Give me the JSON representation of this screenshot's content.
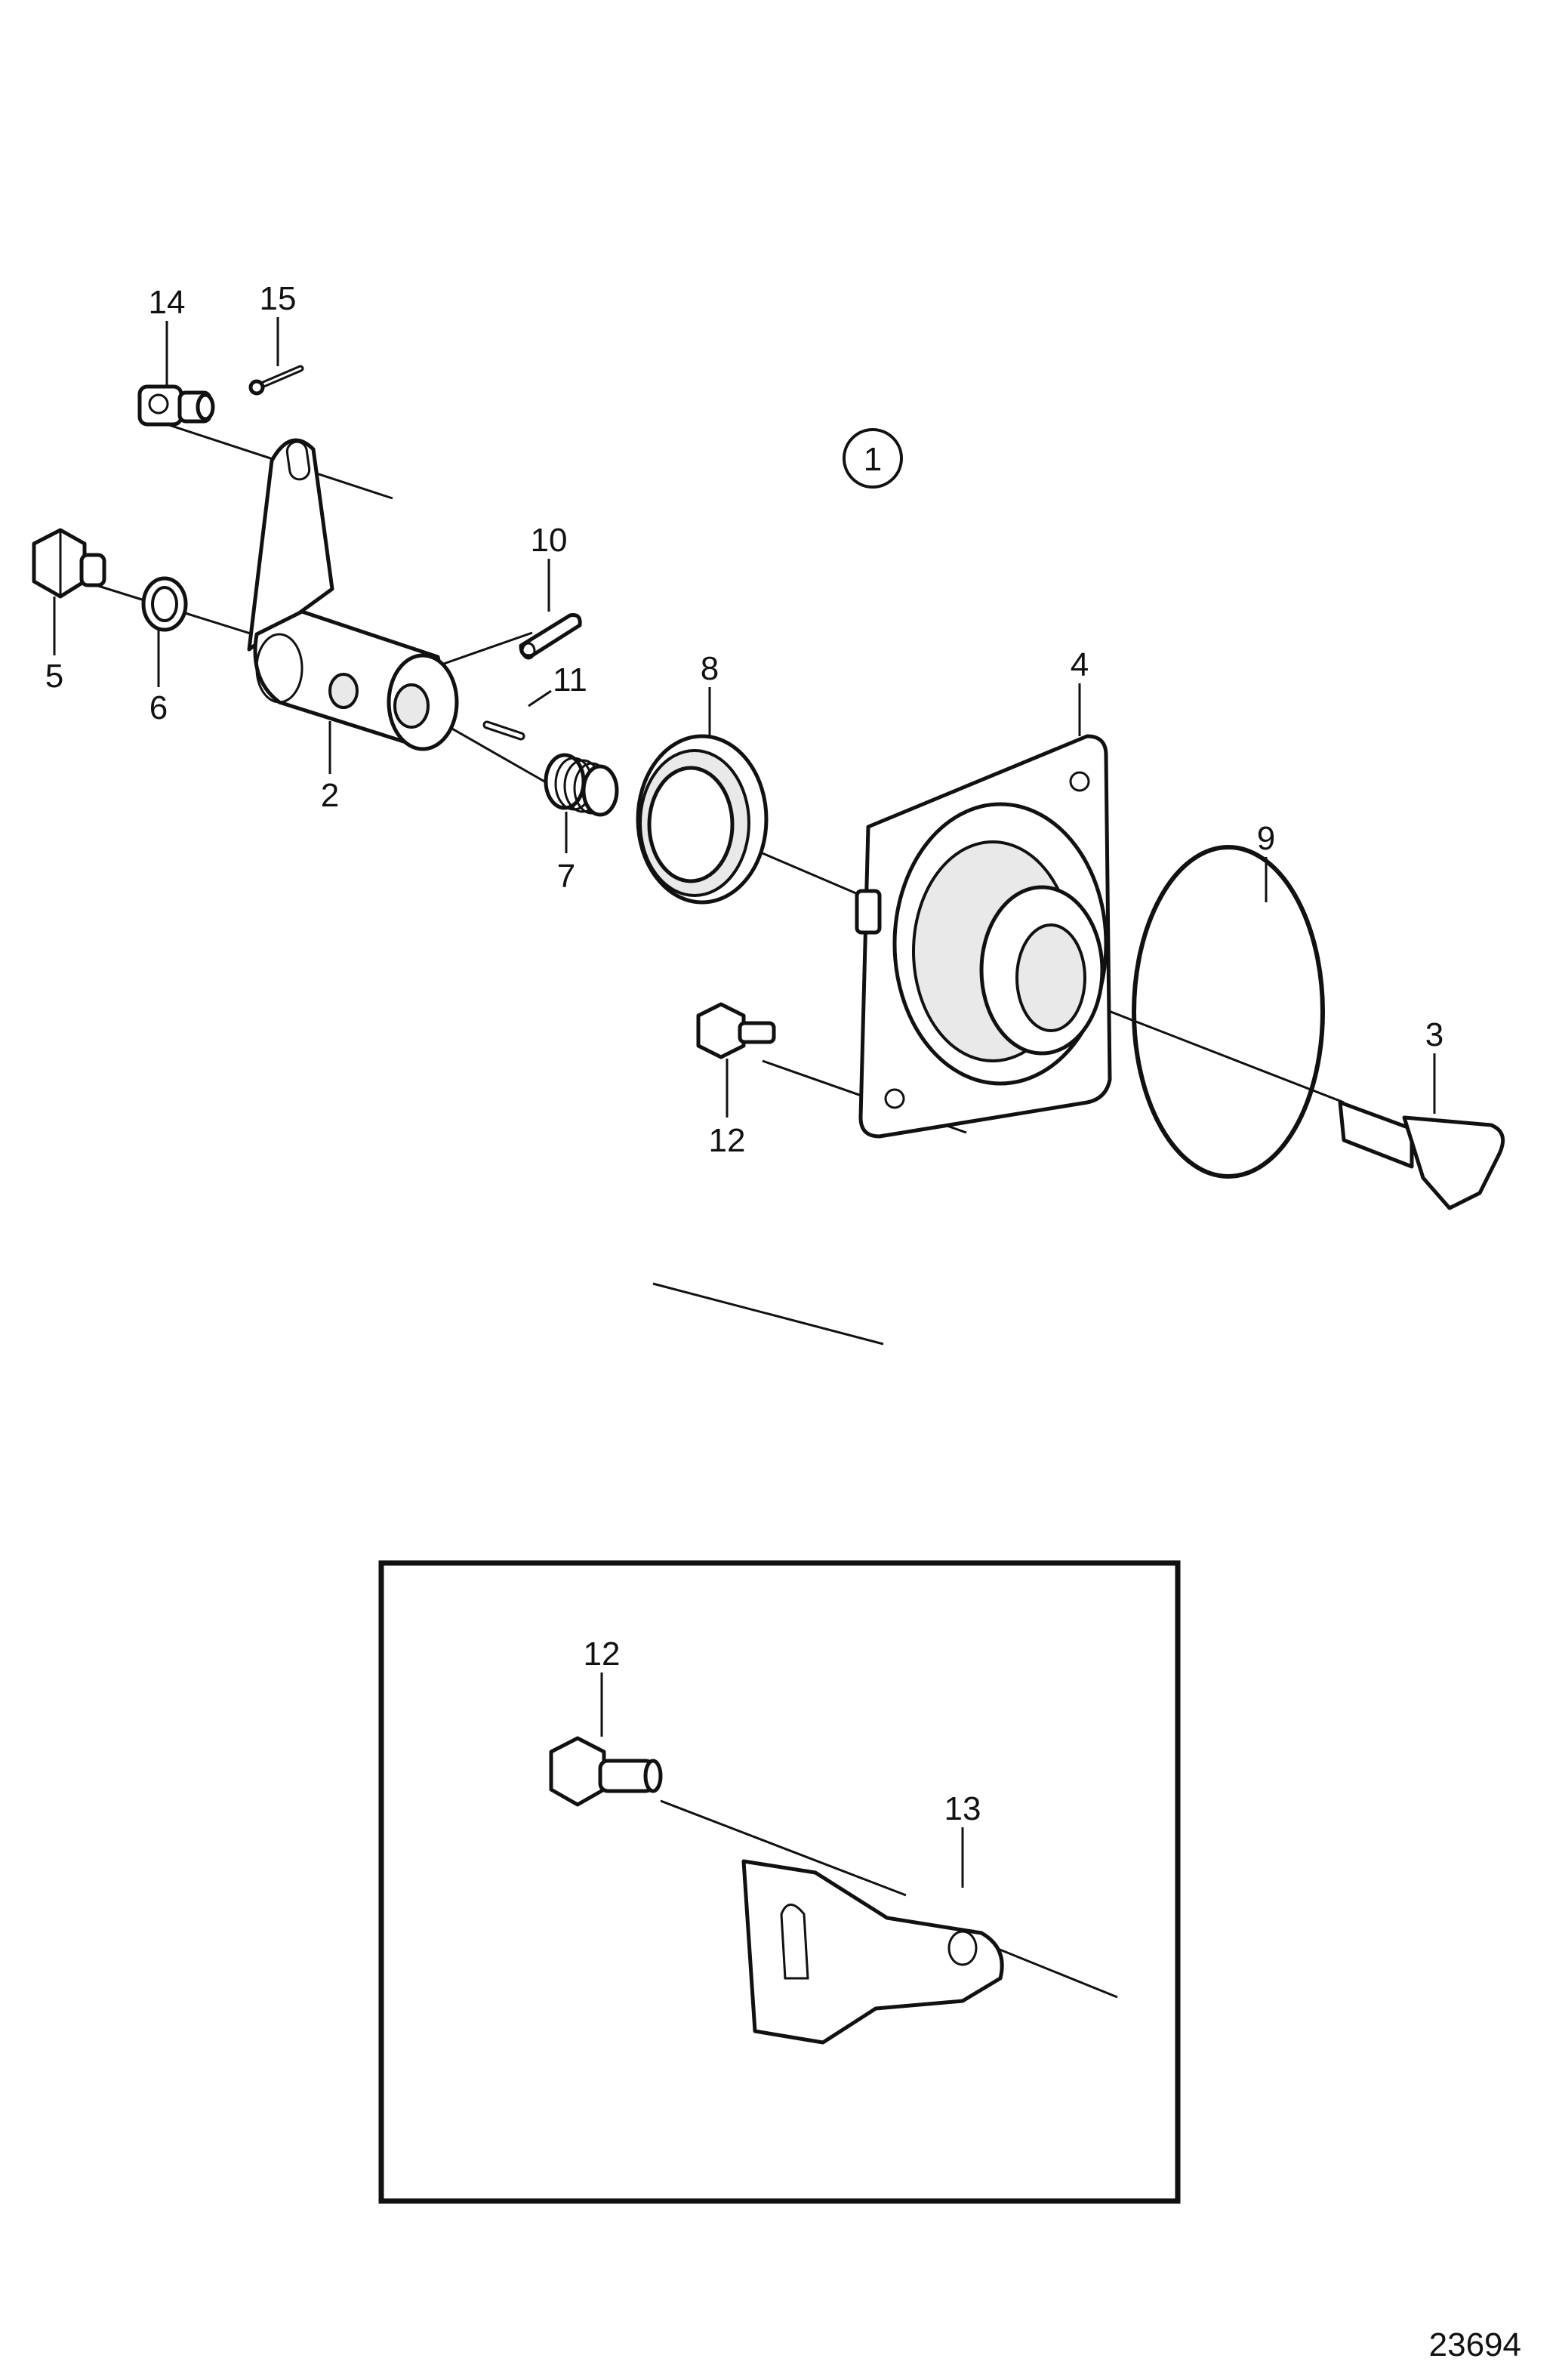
{
  "callouts": {
    "c1": "1",
    "c2": "2",
    "c3": "3",
    "c4": "4",
    "c5": "5",
    "c6": "6",
    "c7": "7",
    "c8": "8",
    "c9": "9",
    "c10": "10",
    "c11": "11",
    "c12": "12",
    "c12b": "12",
    "c13": "13",
    "c14": "14",
    "c15": "15"
  },
  "figure_number": "23694"
}
